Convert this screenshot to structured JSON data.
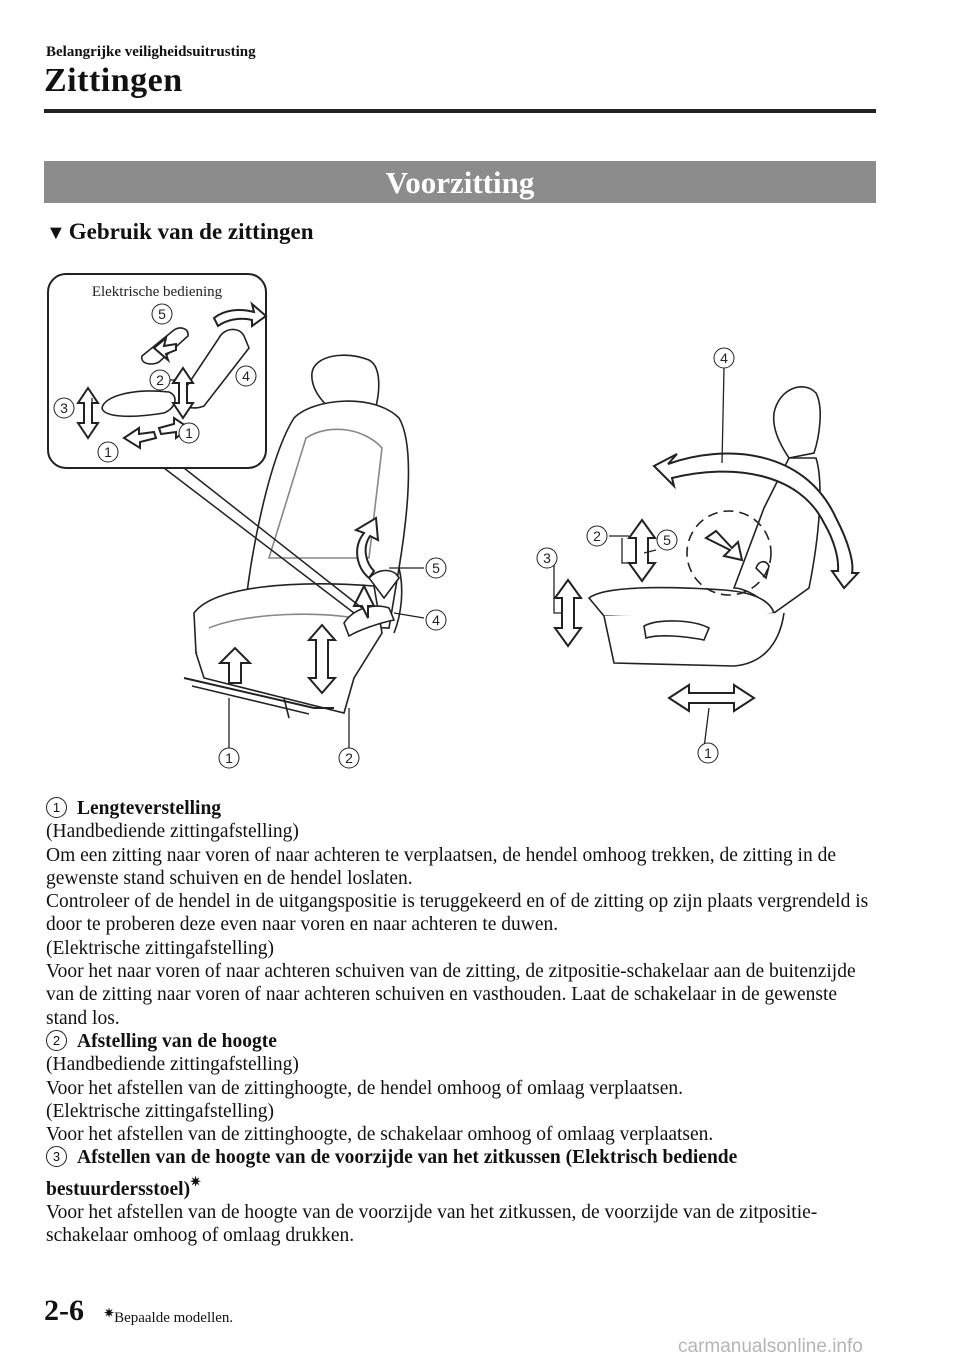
{
  "header": {
    "section_label": "Belangrijke veiligheidsuitrusting",
    "chapter_title": "Zittingen"
  },
  "banner": {
    "title": "Voorzitting"
  },
  "subheading": {
    "bullet_icon": "down-triangle-icon",
    "text": "Gebruik van de zittingen"
  },
  "figure": {
    "inset_label": "Elektrische bediening",
    "callouts": [
      "1",
      "2",
      "3",
      "4",
      "5"
    ]
  },
  "items": [
    {
      "number": "1",
      "title": "Lengteverstelling",
      "paragraphs": [
        "(Handbediende zittingafstelling)",
        "Om een zitting naar voren of naar achteren te verplaatsen, de hendel omhoog trekken, de zitting in de gewenste stand schuiven en de hendel loslaten.",
        "Controleer of de hendel in de uitgangspositie is teruggekeerd en of de zitting op zijn plaats vergrendeld is door te proberen deze even naar voren en naar achteren te duwen.",
        "(Elektrische zittingafstelling)",
        "Voor het naar voren of naar achteren schuiven van de zitting, de zitpositie-schakelaar aan de buitenzijde van de zitting naar voren of naar achteren schuiven en vasthouden. Laat de schakelaar in de gewenste stand los."
      ]
    },
    {
      "number": "2",
      "title": "Afstelling van de hoogte",
      "paragraphs": [
        "(Handbediende zittingafstelling)",
        "Voor het afstellen van de zittinghoogte, de hendel omhoog of omlaag verplaatsen.",
        "(Elektrische zittingafstelling)",
        "Voor het afstellen van de zittinghoogte, de schakelaar omhoog of omlaag verplaatsen."
      ]
    },
    {
      "number": "3",
      "title": "Afstellen van de hoogte van de voorzijde van het zitkussen (Elektrisch bediende bestuurdersstoel)",
      "title_mark": "✷",
      "paragraphs": [
        "Voor het afstellen van de hoogte van de voorzijde van het zitkussen, de voorzijde van de zitpositie-schakelaar omhoog of omlaag drukken."
      ]
    }
  ],
  "footer": {
    "page_number": "2-6",
    "footnote_mark": "✷",
    "footnote": "Bepaalde modellen.",
    "watermark": "carmanualsonline.info"
  }
}
